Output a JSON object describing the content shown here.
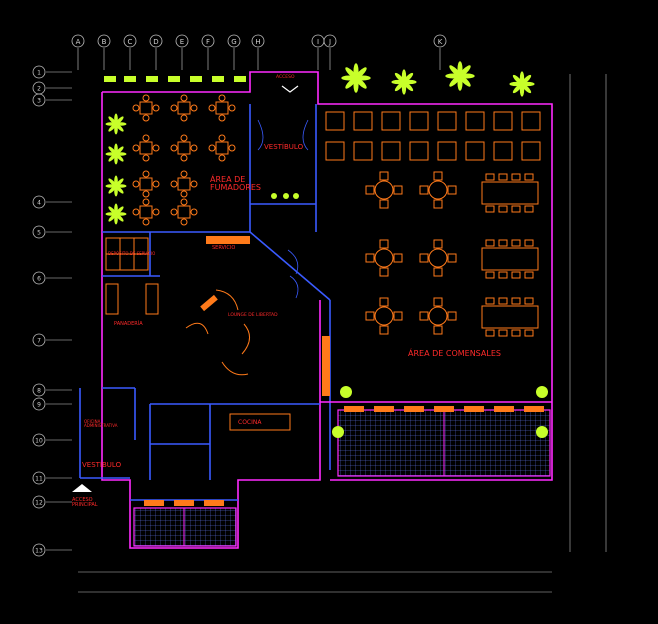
{
  "grid": {
    "top_bubbles": [
      "A",
      "B",
      "C",
      "D",
      "E",
      "F",
      "G",
      "H",
      "I",
      "J",
      "K"
    ],
    "left_bubbles": [
      "1",
      "2",
      "3",
      "4",
      "5",
      "6",
      "7",
      "8",
      "9",
      "10",
      "11",
      "12",
      "13"
    ]
  },
  "labels": {
    "area_fumadores": "ÁREA DE FUMADORES",
    "area_comensales": "ÁREA DE COMENSALES",
    "vestibulo_top": "VESTÍBULO",
    "vestibulo_bottom": "VESTÍBULO",
    "servicio": "SERVICIO",
    "lounge": "LOUNGE DE LIBERTAD",
    "cocina": "COCINA",
    "panaderia": "PANADERÍA",
    "acceso_principal": "ACCESO PRINCIPAL",
    "acceso_top": "ACCESO",
    "deposito": "DEPÓSITO DE SERVICIO",
    "oficina": "OFICINA ADMINISTRATIVA"
  },
  "colors": {
    "background": "#000000",
    "wall_magenta": "#ff2bff",
    "wall_blue": "#3a5bff",
    "furniture": "#ff7a1a",
    "text": "#ff2a2a",
    "plants": "#c8ff2a",
    "grid": "#cfcfcf"
  }
}
